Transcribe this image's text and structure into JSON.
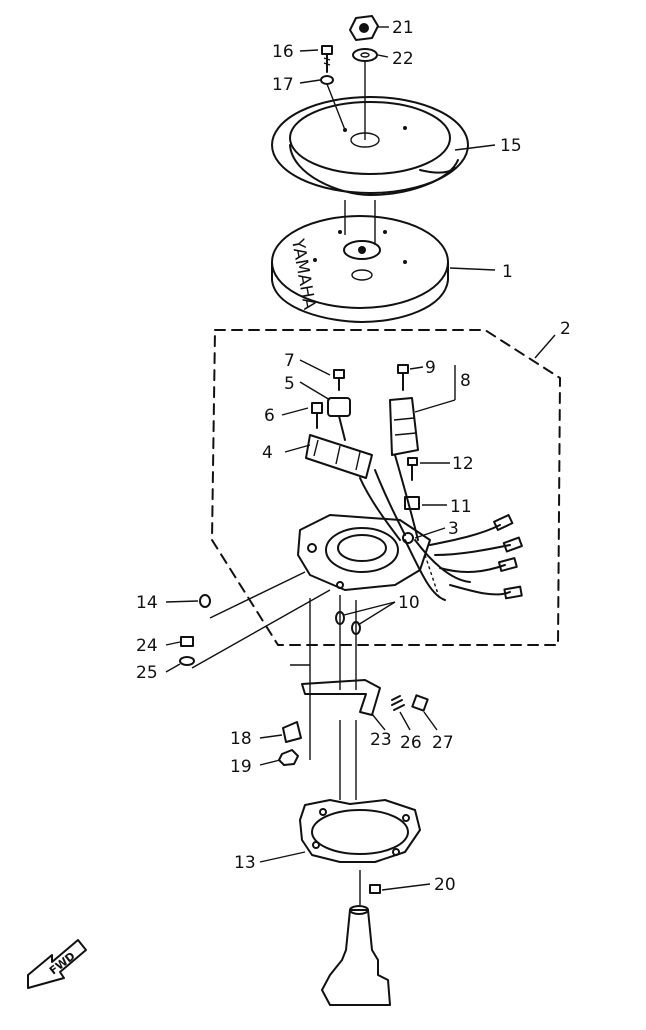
{
  "callouts": [
    {
      "id": "c1",
      "text": "1"
    },
    {
      "id": "c2",
      "text": "2"
    },
    {
      "id": "c3",
      "text": "3"
    },
    {
      "id": "c4",
      "text": "4"
    },
    {
      "id": "c5",
      "text": "5"
    },
    {
      "id": "c6",
      "text": "6"
    },
    {
      "id": "c7",
      "text": "7"
    },
    {
      "id": "c8",
      "text": "8"
    },
    {
      "id": "c9",
      "text": "9"
    },
    {
      "id": "c10",
      "text": "10"
    },
    {
      "id": "c11",
      "text": "11"
    },
    {
      "id": "c12",
      "text": "12"
    },
    {
      "id": "c13",
      "text": "13"
    },
    {
      "id": "c14",
      "text": "14"
    },
    {
      "id": "c15",
      "text": "15"
    },
    {
      "id": "c16",
      "text": "16"
    },
    {
      "id": "c17",
      "text": "17"
    },
    {
      "id": "c18",
      "text": "18"
    },
    {
      "id": "c19",
      "text": "19"
    },
    {
      "id": "c20",
      "text": "20"
    },
    {
      "id": "c21",
      "text": "21"
    },
    {
      "id": "c22",
      "text": "22"
    },
    {
      "id": "c23",
      "text": "23"
    },
    {
      "id": "c24",
      "text": "24"
    },
    {
      "id": "c25",
      "text": "25"
    },
    {
      "id": "c26",
      "text": "26"
    },
    {
      "id": "c27",
      "text": "27"
    }
  ],
  "fwd_label": "FWD",
  "flywheel_stamp": "YAMAHA"
}
